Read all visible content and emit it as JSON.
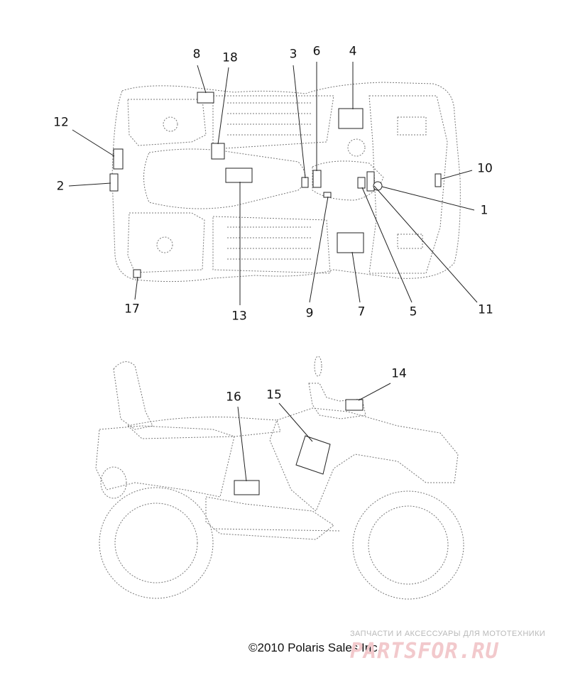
{
  "callouts": {
    "c1": "1",
    "c2": "2",
    "c3": "3",
    "c4": "4",
    "c5": "5",
    "c6": "6",
    "c7": "7",
    "c8": "8",
    "c9": "9",
    "c10": "10",
    "c11": "11",
    "c12": "12",
    "c13": "13",
    "c14": "14",
    "c15": "15",
    "c16": "16",
    "c17": "17",
    "c18": "18"
  },
  "footer": {
    "copyright": "©2010 Polaris Sales Inc."
  },
  "watermark": {
    "tagline": "ЗАПЧАСТИ И АКСЕССУАРЫ ДЛЯ МОТОТЕХНИКИ",
    "logo": "PARTSFOR.RU"
  }
}
